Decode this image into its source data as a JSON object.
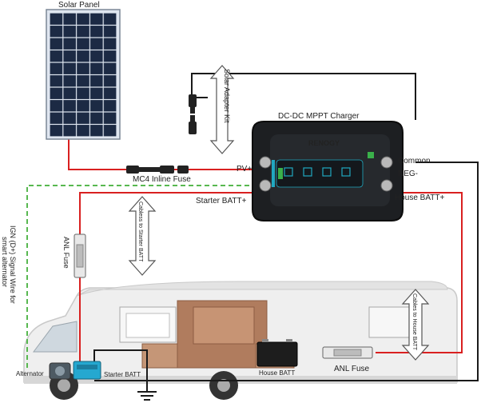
{
  "labels": {
    "solar_panel": "Solar Panel",
    "solar_adapter_kit": "Solar Adapter Kit",
    "charger_title": "DC-DC MPPT Charger",
    "brand": "RENOGY",
    "pv_plus": "PV+",
    "common": "Common",
    "neg": "NEG-",
    "mc4_fuse": "MC4 Inline Fuse",
    "starter_batt_plus": "Starter BATT+",
    "house_batt_plus": "House BATT+",
    "ign_line1": "IGN (D+) Signal Wire for",
    "ign_line2": "smart alternator",
    "anl_fuse_left": "ANL Fuse",
    "cables_starter": "Cabless to Starter BATT",
    "cables_house": "Cables to House BATT",
    "anl_fuse_right": "ANL Fuse",
    "alternator": "Alternator",
    "starter_batt": "Starter BATT",
    "house_batt": "House BATT"
  },
  "colors": {
    "positive_wire": "#d92020",
    "negative_wire": "#1a1a1a",
    "signal_wire": "#58b850",
    "panel_cell": "#1c2a44",
    "charger_body": "#1d1f22",
    "charger_accent": "#20a8c0"
  }
}
